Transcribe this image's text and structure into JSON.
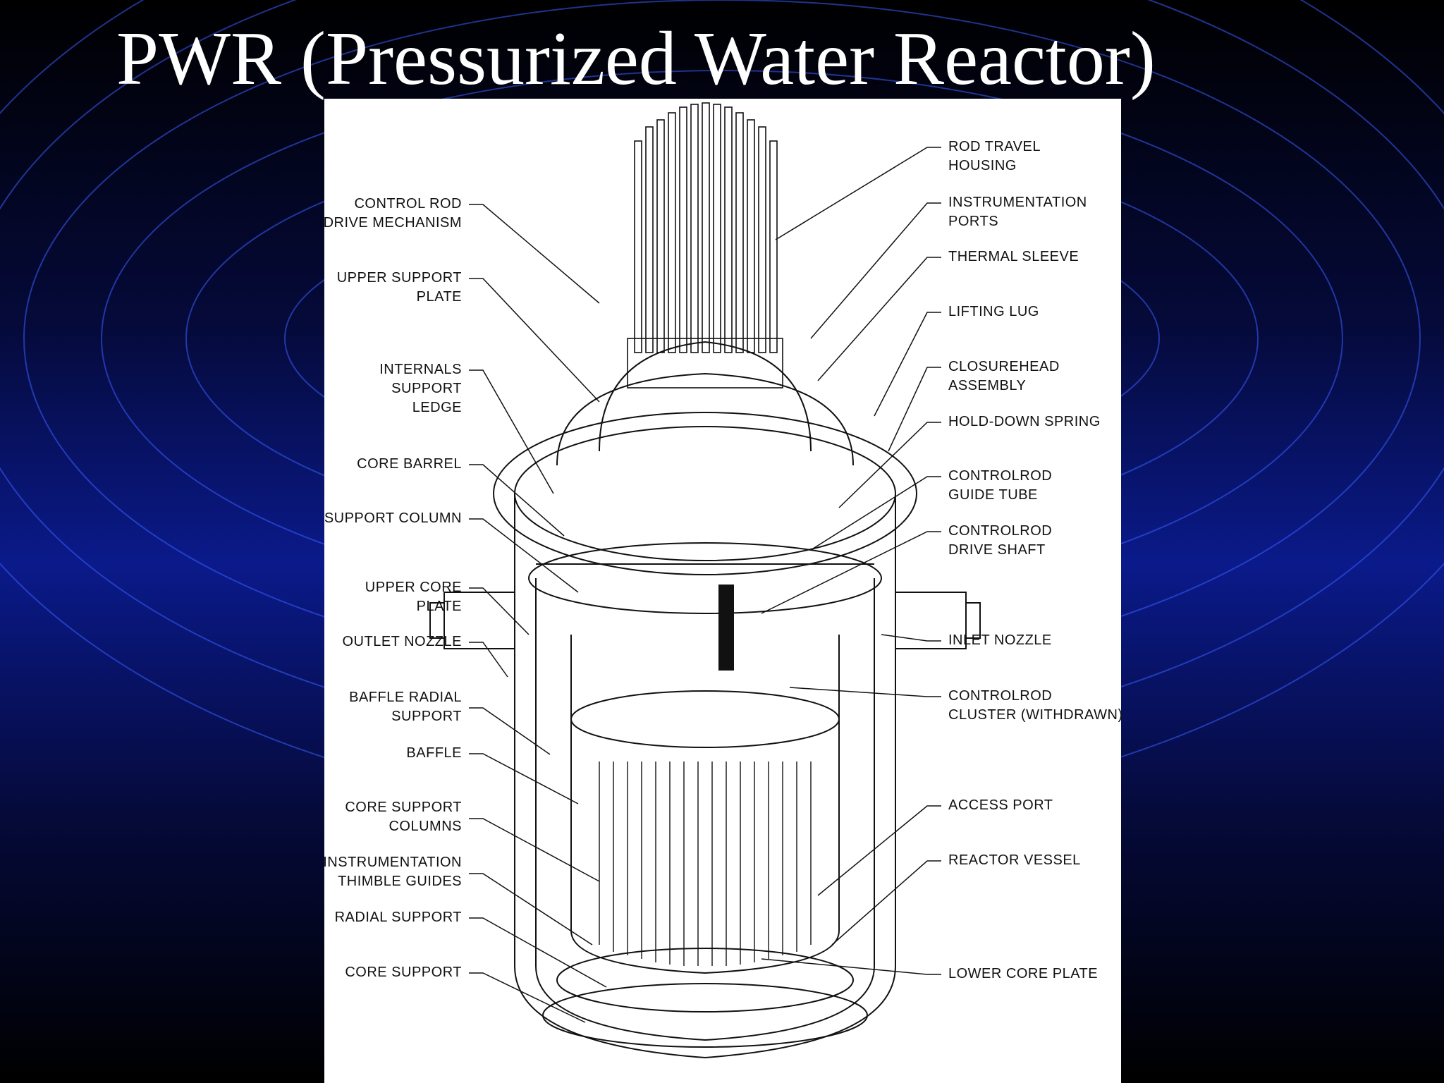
{
  "title": "PWR (Pressurized Water Reactor)",
  "diagram": {
    "left_labels": [
      {
        "id": "crdm",
        "lines": [
          "CONTROL ROD",
          "DRIVE MECHANISM"
        ]
      },
      {
        "id": "usp",
        "lines": [
          "UPPER SUPPORT",
          "PLATE"
        ]
      },
      {
        "id": "isl",
        "lines": [
          "INTERNALS",
          "SUPPORT",
          "LEDGE"
        ]
      },
      {
        "id": "cb",
        "lines": [
          "CORE BARREL"
        ]
      },
      {
        "id": "sc",
        "lines": [
          "SUPPORT COLUMN"
        ]
      },
      {
        "id": "ucp",
        "lines": [
          "UPPER CORE",
          "PLATE"
        ]
      },
      {
        "id": "on",
        "lines": [
          "OUTLET NOZZLE"
        ]
      },
      {
        "id": "brs",
        "lines": [
          "BAFFLE RADIAL",
          "SUPPORT"
        ]
      },
      {
        "id": "baf",
        "lines": [
          "BAFFLE"
        ]
      },
      {
        "id": "csc",
        "lines": [
          "CORE SUPPORT",
          "COLUMNS"
        ]
      },
      {
        "id": "itg",
        "lines": [
          "INSTRUMENTATION",
          "THIMBLE GUIDES"
        ]
      },
      {
        "id": "rs",
        "lines": [
          "RADIAL SUPPORT"
        ]
      },
      {
        "id": "cs",
        "lines": [
          "CORE SUPPORT"
        ]
      }
    ],
    "right_labels": [
      {
        "id": "rth",
        "lines": [
          "ROD TRAVEL",
          "HOUSING"
        ]
      },
      {
        "id": "ip",
        "lines": [
          "INSTRUMENTATION",
          "PORTS"
        ]
      },
      {
        "id": "ts",
        "lines": [
          "THERMAL SLEEVE"
        ]
      },
      {
        "id": "ll",
        "lines": [
          "LIFTING LUG"
        ]
      },
      {
        "id": "cha",
        "lines": [
          "CLOSUREHEAD",
          "ASSEMBLY"
        ]
      },
      {
        "id": "hds",
        "lines": [
          "HOLD-DOWN SPRING"
        ]
      },
      {
        "id": "crgt",
        "lines": [
          "CONTROLROD",
          "GUIDE TUBE"
        ]
      },
      {
        "id": "crds",
        "lines": [
          "CONTROLROD",
          "DRIVE SHAFT"
        ]
      },
      {
        "id": "in",
        "lines": [
          "INLET NOZZLE"
        ]
      },
      {
        "id": "crc",
        "lines": [
          "CONTROLROD",
          "CLUSTER (WITHDRAWN)"
        ]
      },
      {
        "id": "ap",
        "lines": [
          "ACCESS PORT"
        ]
      },
      {
        "id": "rv",
        "lines": [
          "REACTOR VESSEL"
        ]
      },
      {
        "id": "lcp",
        "lines": [
          "LOWER CORE PLATE"
        ]
      }
    ]
  }
}
